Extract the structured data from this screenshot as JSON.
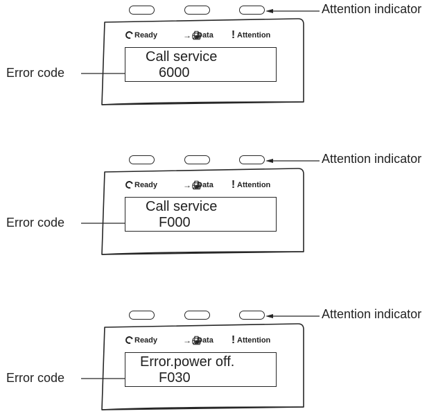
{
  "callouts": {
    "attention_indicator": "Attention indicator",
    "error_code": "Error code"
  },
  "panel_labels": {
    "ready": "Ready",
    "data": "Data",
    "attention": "Attention",
    "attention_symbol": "!",
    "data_symbol": "→🖨"
  },
  "panels": [
    {
      "message": "Call service",
      "error_code": "6000"
    },
    {
      "message": "Call service",
      "error_code": "F000"
    },
    {
      "message": "Error.power off.",
      "error_code": "F030"
    }
  ],
  "icons": {
    "ready": "ready-icon",
    "data": "data-transfer-icon",
    "attention": "exclamation-icon"
  },
  "colors": {
    "line": "#262626",
    "background": "#ffffff",
    "text": "#1f1f1f"
  }
}
